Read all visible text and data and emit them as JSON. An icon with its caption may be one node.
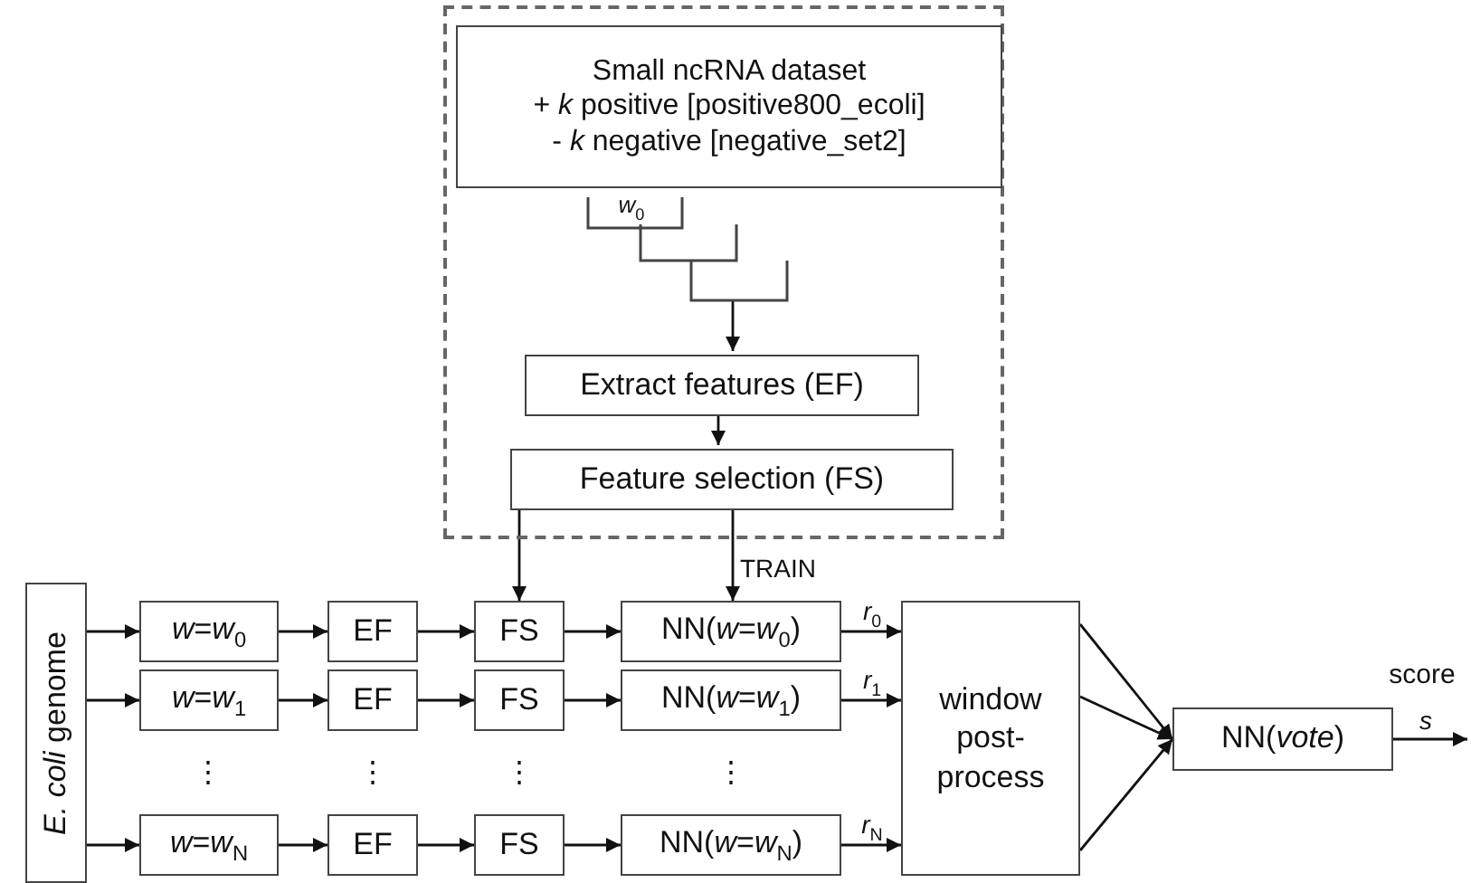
{
  "diagram": {
    "nodes": [
      {
        "text": [],
        "shape": "box"
      },
      {
        "text": [
          "Small ncRNA dataset",
          "+ *k* positive [positive800_ecoli]",
          "- *k* negative [negative_set2]"
        ],
        "in": 0
      },
      {
        "text": [],
        "shape": "picture",
        "in": 0
      },
      {
        "text": [
          "Extract features (EF)"
        ],
        "in": 0
      },
      {
        "text": [
          "Feature selection (FS)"
        ],
        "in": 0
      },
      {
        "text": [
          "*E. coli* genome"
        ]
      },
      {
        "text": [
          "*w*=*w*$_{0}$"
        ]
      },
      {
        "text": [
          "EF"
        ]
      },
      {
        "text": [
          "FS"
        ]
      },
      {
        "text": [
          "NN(*w*=*w*$_{0}$)"
        ]
      },
      {
        "text": [
          "*w*=*w*$_{1}$"
        ]
      },
      {
        "text": [
          "EF"
        ]
      },
      {
        "text": [
          "FS"
        ]
      },
      {
        "text": [
          "NN(*w*=*w*$_{1}$)"
        ]
      },
      {
        "text": [
          "*w*=*w*$_{N}$"
        ]
      },
      {
        "text": [
          "EF"
        ]
      },
      {
        "text": [
          "FS"
        ]
      },
      {
        "text": [
          "NN(*w*=*w*$_{N}$)"
        ]
      },
      {
        "text": [
          "window post-process"
        ]
      },
      {
        "text": [
          "NN(*vote*)"
        ]
      }
    ],
    "edges": [
      {
        "from": 2,
        "to": 3,
        "arrow": "to"
      },
      {
        "from": 3,
        "to": 4,
        "arrow": "to"
      },
      {
        "from": 4,
        "to": 8,
        "arrow": "to"
      },
      {
        "from": 4,
        "to": 9,
        "arrow": "to",
        "label": "TRAIN"
      },
      {
        "from": 5,
        "to": 6,
        "arrow": "to"
      },
      {
        "from": 6,
        "to": 7,
        "arrow": "to"
      },
      {
        "from": 7,
        "to": 8,
        "arrow": "to"
      },
      {
        "from": 8,
        "to": 9,
        "arrow": "to"
      },
      {
        "from": 5,
        "to": 10,
        "arrow": "to"
      },
      {
        "from": 10,
        "to": 11,
        "arrow": "to"
      },
      {
        "from": 11,
        "to": 12,
        "arrow": "to"
      },
      {
        "from": 12,
        "to": 13,
        "arrow": "to"
      },
      {
        "from": 5,
        "to": 14,
        "arrow": "to"
      },
      {
        "from": 14,
        "to": 15,
        "arrow": "to"
      },
      {
        "from": 15,
        "to": 16,
        "arrow": "to"
      },
      {
        "from": 16,
        "to": 17,
        "arrow": "to"
      },
      {
        "from": 9,
        "to": 18,
        "arrow": "to",
        "label": "*r*$_{0}$"
      },
      {
        "from": 13,
        "to": 18,
        "arrow": "to",
        "label": "*r*$_{1}$"
      },
      {
        "from": 17,
        "to": 18,
        "arrow": "to",
        "label": "*r*$_{N}$"
      },
      {
        "from": 18,
        "to": 19,
        "arrow": "to"
      },
      {
        "from": 18,
        "to": 19,
        "arrow": "to"
      },
      {
        "from": 18,
        "to": 19,
        "arrow": "to"
      },
      {
        "from": 19,
        "to": null,
        "arrow": "to",
        "label": "*s*"
      }
    ],
    "labels": [
      "*w*$_{0}$",
      "⋮",
      "⋮",
      "⋮",
      "⋮",
      "score"
    ]
  }
}
